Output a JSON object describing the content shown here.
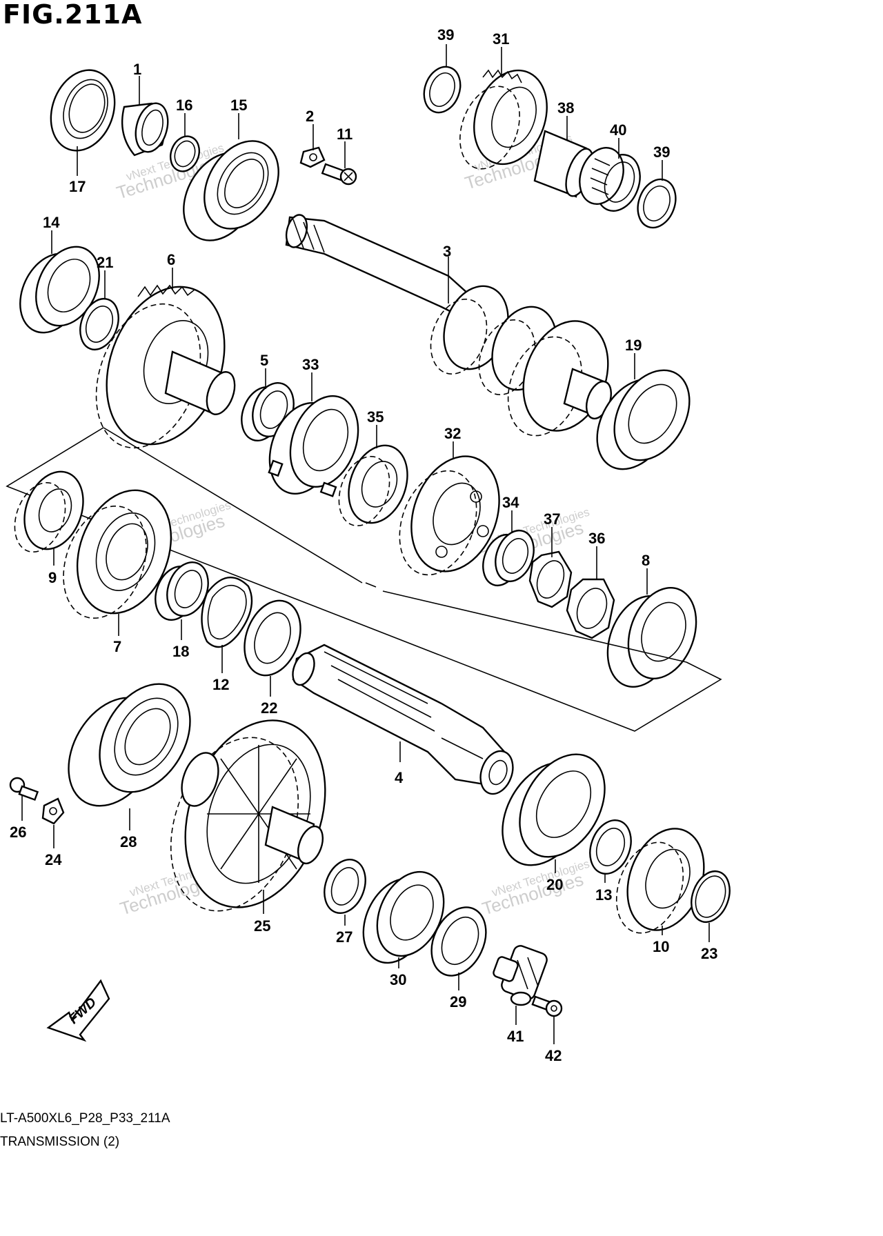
{
  "figure": {
    "title": "FIG.211A",
    "code": "LT-A500XL6_P28_P33_211A",
    "subtitle": "TRANSMISSION (2)"
  },
  "direction_label": "FWD",
  "watermark": {
    "line1": "vNext Technologies",
    "line2": "vNext",
    "line3": "Technologies"
  },
  "callouts": [
    {
      "id": "1",
      "label": "1"
    },
    {
      "id": "2",
      "label": "2"
    },
    {
      "id": "3",
      "label": "3"
    },
    {
      "id": "4",
      "label": "4"
    },
    {
      "id": "5",
      "label": "5"
    },
    {
      "id": "6",
      "label": "6"
    },
    {
      "id": "7",
      "label": "7"
    },
    {
      "id": "8",
      "label": "8"
    },
    {
      "id": "9",
      "label": "9"
    },
    {
      "id": "10",
      "label": "10"
    },
    {
      "id": "11",
      "label": "11"
    },
    {
      "id": "12",
      "label": "12"
    },
    {
      "id": "13",
      "label": "13"
    },
    {
      "id": "14",
      "label": "14"
    },
    {
      "id": "15",
      "label": "15"
    },
    {
      "id": "16",
      "label": "16"
    },
    {
      "id": "17",
      "label": "17"
    },
    {
      "id": "18",
      "label": "18"
    },
    {
      "id": "19",
      "label": "19"
    },
    {
      "id": "20",
      "label": "20"
    },
    {
      "id": "21",
      "label": "21"
    },
    {
      "id": "22",
      "label": "22"
    },
    {
      "id": "23",
      "label": "23"
    },
    {
      "id": "24",
      "label": "24"
    },
    {
      "id": "25",
      "label": "25"
    },
    {
      "id": "26",
      "label": "26"
    },
    {
      "id": "27",
      "label": "27"
    },
    {
      "id": "28",
      "label": "28"
    },
    {
      "id": "29",
      "label": "29"
    },
    {
      "id": "30",
      "label": "30"
    },
    {
      "id": "31",
      "label": "31"
    },
    {
      "id": "32",
      "label": "32"
    },
    {
      "id": "33",
      "label": "33"
    },
    {
      "id": "34",
      "label": "34"
    },
    {
      "id": "35",
      "label": "35"
    },
    {
      "id": "36",
      "label": "36"
    },
    {
      "id": "37",
      "label": "37"
    },
    {
      "id": "38",
      "label": "38"
    },
    {
      "id": "39a",
      "label": "39"
    },
    {
      "id": "39b",
      "label": "39"
    },
    {
      "id": "40",
      "label": "40"
    },
    {
      "id": "41",
      "label": "41"
    },
    {
      "id": "42",
      "label": "42"
    }
  ]
}
